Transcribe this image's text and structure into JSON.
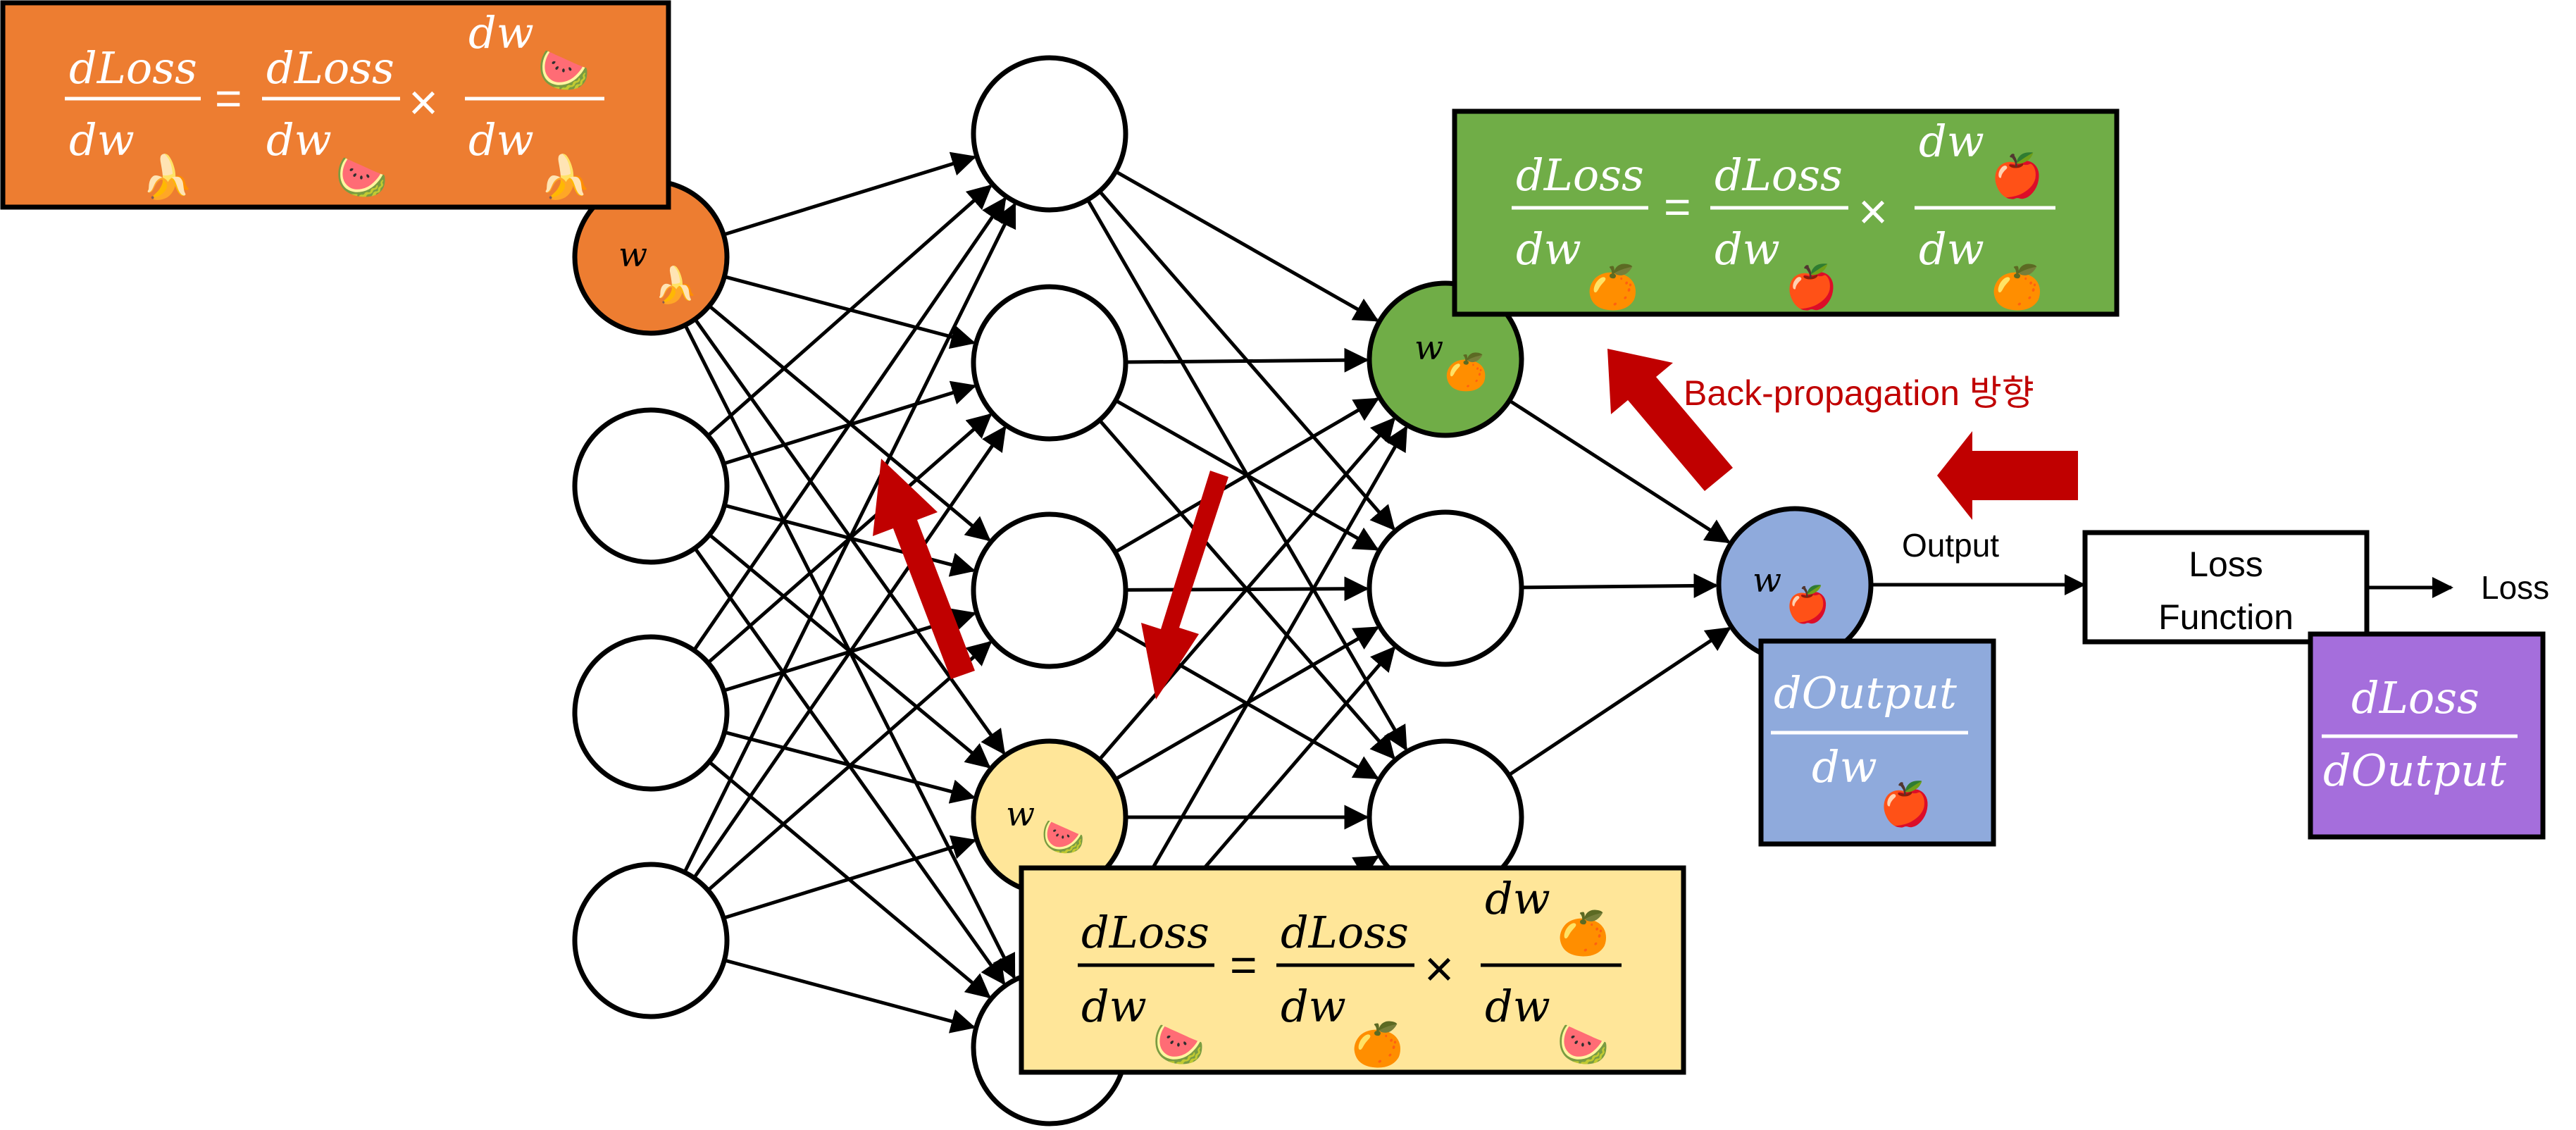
{
  "colors": {
    "orange_box": "#ED7D31",
    "green_box": "#70AD47",
    "yellow_box": "#FFE699",
    "blue_box": "#8FAADC",
    "purple_box": "#A56EDC",
    "red_arrow": "#C00000",
    "node_stroke": "#000000",
    "node_fill": "#ffffff"
  },
  "icons": {
    "banana": "🍌",
    "watermelon": "🍉",
    "orange": "🍊",
    "apple": "🍎"
  },
  "labels": {
    "backprop": "Back-propagation 방향",
    "output": "Output",
    "loss_function_line1": "Loss",
    "loss_function_line2": "Function",
    "loss": "Loss"
  },
  "math": {
    "w": "w",
    "dLoss": "dLoss",
    "dw": "dw",
    "dOutput": "dOutput",
    "equals": "=",
    "times": "×"
  }
}
